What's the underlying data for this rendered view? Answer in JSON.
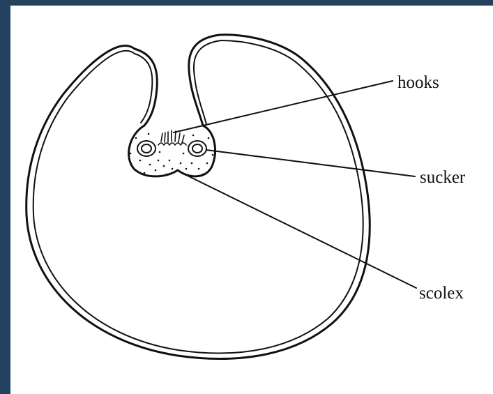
{
  "diagram": {
    "labels": {
      "hooks": "hooks",
      "sucker": "sucker",
      "scolex": "scolex"
    }
  },
  "colors": {
    "frame_border": "#24405f",
    "background": "#ffffff",
    "ink": "#111111"
  }
}
